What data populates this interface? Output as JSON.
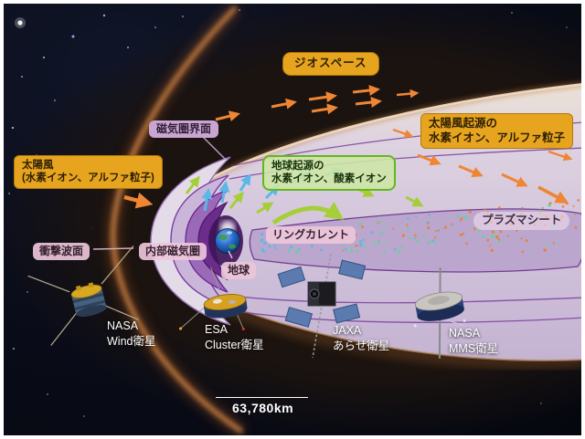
{
  "figure": {
    "title_label": "ジオスペース",
    "labels": {
      "geospace": "ジオスペース",
      "magnetopause": "磁気圏界面",
      "solar_wind": "太陽風\n(水素イオン、アルファ粒子)",
      "earth_origin_ions": "地球起源の\n水素イオン、酸素イオン",
      "solar_wind_origin_ions": "太陽風起源の\n水素イオン、アルファ粒子",
      "plasma_sheet": "プラズマシート",
      "ring_current": "リングカレント",
      "inner_magnetosphere": "内部磁気圏",
      "earth": "地球",
      "bow_shock": "衝撃波面"
    },
    "satellites": [
      {
        "id": "wind",
        "label": "NASA\nWind衛星"
      },
      {
        "id": "cluster",
        "label": "ESA\nCluster衛星"
      },
      {
        "id": "arase",
        "label": "JAXA\nあらせ衛星"
      },
      {
        "id": "mms",
        "label": "NASA\nMMS衛星"
      }
    ],
    "scale": {
      "text": "63,780km"
    },
    "colors": {
      "label_orange_bg": "#e7a41f",
      "label_purple_bg": "#c9a6d2",
      "label_pink_bg": "#ecc6da",
      "label_green_bg": "#cde6a5",
      "label_green_border": "#63b71e",
      "arrow_solar_wind_orange": "#ef8634",
      "arrow_earth_green": "#a6ce39",
      "arrow_earth_cyan": "#5ab8e8",
      "ion_dot_orange": "#e87f35",
      "ion_dot_green": "#58d98e",
      "ion_dot_cyan": "#55b9e8",
      "magnetosphere_purple": "#7a3f9a",
      "space_background": "#0a0d1a"
    }
  }
}
